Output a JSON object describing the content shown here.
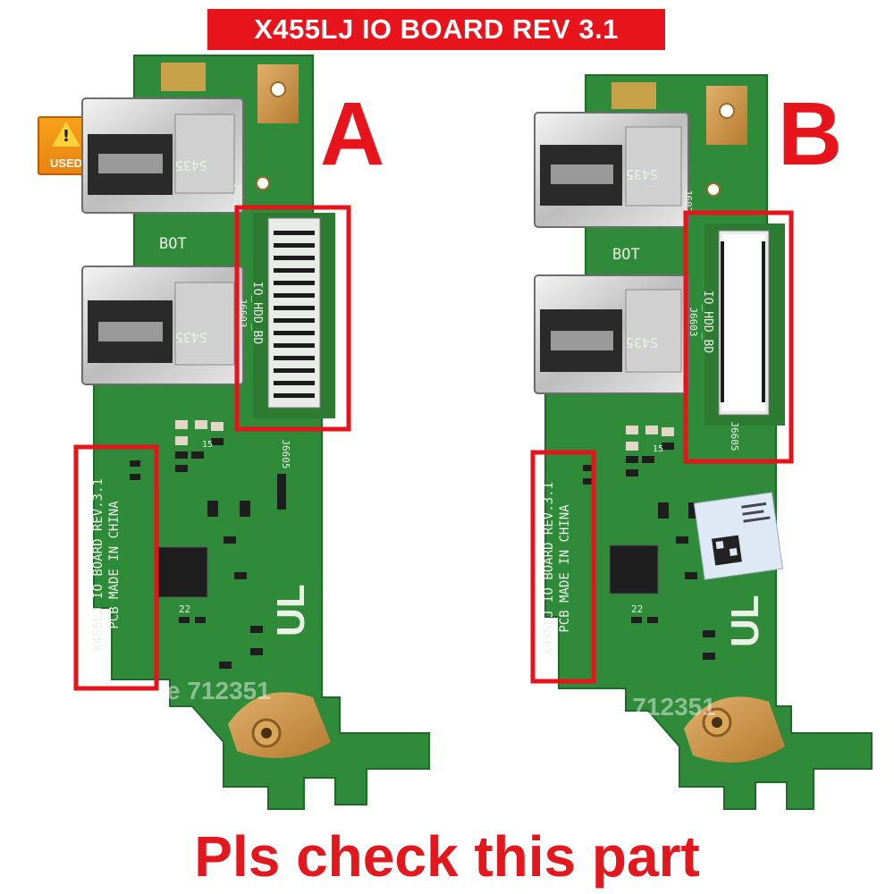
{
  "title": "X455LJ IO BOARD REV 3.1",
  "caption": "Pls check this part",
  "badge": {
    "label": "USED",
    "icon": "warning-icon"
  },
  "boards": [
    {
      "letter": "A",
      "silkscreen": {
        "bot": "BOT",
        "port_code": "S435",
        "connector_label": "IO_HDD_BD",
        "connector_ref": "J6603",
        "ref_top": "J602",
        "ref_bottom": "J6605",
        "board_line1": "X455LJ IO BOARD REV.3.1",
        "board_line2": "PCB MADE IN CHINA",
        "pin_number": "22",
        "part_mark": "15"
      },
      "watermark": "Store 712351"
    },
    {
      "letter": "B",
      "silkscreen": {
        "bot": "BOT",
        "port_code": "S435",
        "connector_label": "IO_HDD_BD",
        "connector_ref": "J6603",
        "ref_top": "J602",
        "ref_bottom": "J6605",
        "board_line1": "X455LJ IO BOARD REV.3.1",
        "board_line2": "PCB MADE IN CHINA",
        "pin_number": "22",
        "part_mark": "15"
      },
      "watermark": "Store 712351"
    }
  ],
  "colors": {
    "pcb_green": "#2f8a3a",
    "highlight_red": "#e8141c",
    "caption_red": "#e2181e",
    "pad_copper": "#d49a4a"
  }
}
